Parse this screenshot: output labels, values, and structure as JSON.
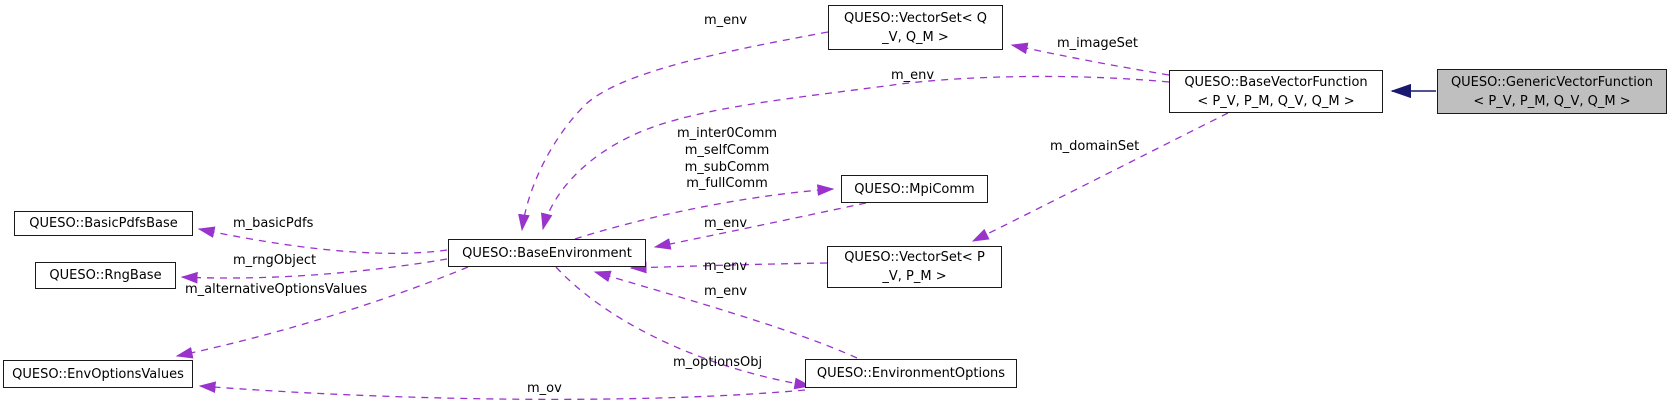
{
  "diagram": {
    "title": "QUESO::GenericVectorFunction collaboration graph",
    "colors": {
      "association_edge": "#9933cc",
      "inheritance_edge": "#191970",
      "node_border": "#1a1a1a",
      "current_node_fill": "#bfbfbf",
      "background": "#ffffff"
    },
    "nodes": {
      "vectorset_q": {
        "line1": "QUESO::VectorSet< Q",
        "line2": "_V, Q_M >"
      },
      "base_vector_function": {
        "line1": "QUESO::BaseVectorFunction",
        "line2": "< P_V, P_M, Q_V, Q_M >"
      },
      "generic_vector_function": {
        "line1": "QUESO::GenericVectorFunction",
        "line2": "< P_V, P_M, Q_V, Q_M >"
      },
      "mpicomm": {
        "line1": "QUESO::MpiComm"
      },
      "base_environment": {
        "line1": "QUESO::BaseEnvironment"
      },
      "vectorset_p": {
        "line1": "QUESO::VectorSet< P",
        "line2": "_V, P_M >"
      },
      "basic_pdfs_base": {
        "line1": "QUESO::BasicPdfsBase"
      },
      "rng_base": {
        "line1": "QUESO::RngBase"
      },
      "env_options_values": {
        "line1": "QUESO::EnvOptionsValues"
      },
      "environment_options": {
        "line1": "QUESO::EnvironmentOptions"
      }
    },
    "edge_labels": {
      "m_env_vectorset_q": "m_env",
      "m_env_base_vector_function": "m_env",
      "m_imageSet": "m_imageSet",
      "m_domainSet": "m_domainSet",
      "m_inter0Comm": "m_inter0Comm",
      "m_selfComm": "m_selfComm",
      "m_subComm": "m_subComm",
      "m_fullComm": "m_fullComm",
      "m_env_mpicomm": "m_env",
      "m_env_vectorset_p": "m_env",
      "m_env_environment_options": "m_env",
      "m_basicPdfs": "m_basicPdfs",
      "m_rngObject": "m_rngObject",
      "m_alternativeOptionsValues": "m_alternativeOptionsValues",
      "m_optionsObj": "m_optionsObj",
      "m_ov": "m_ov"
    }
  }
}
